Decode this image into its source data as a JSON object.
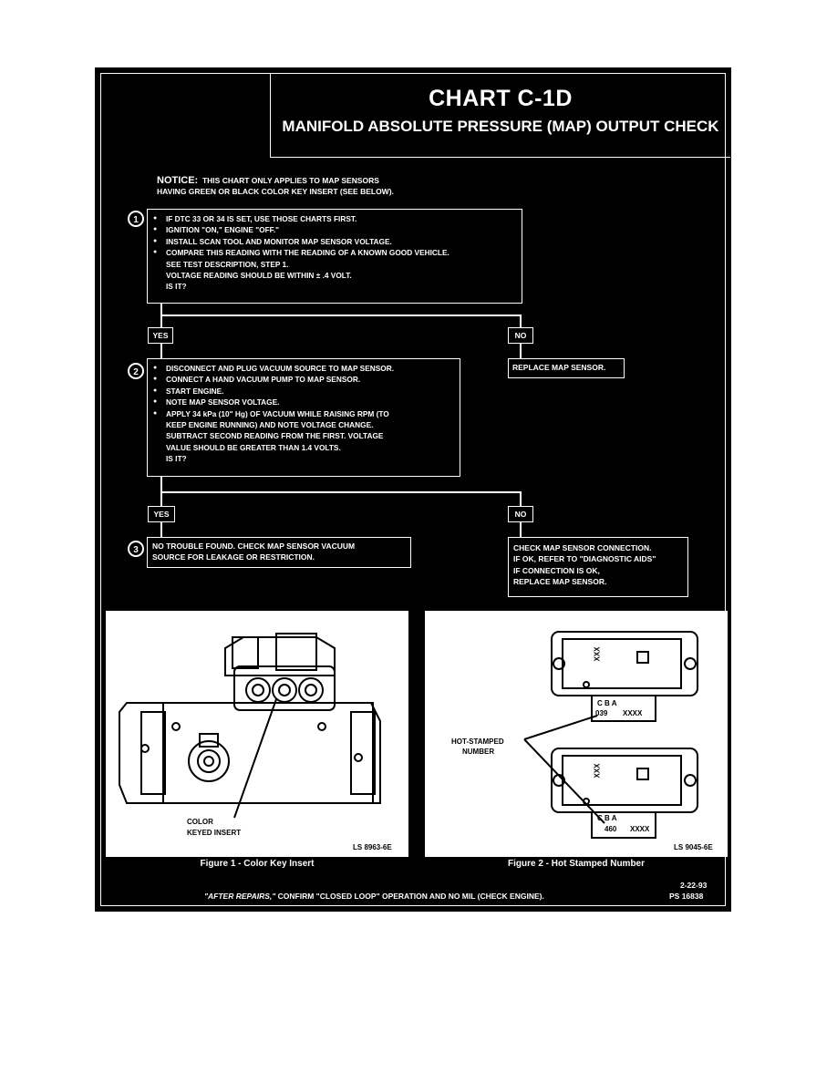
{
  "chart": {
    "title": "CHART C-1D",
    "subtitle": "MANIFOLD ABSOLUTE PRESSURE (MAP) OUTPUT CHECK"
  },
  "notice": {
    "label": "NOTICE:",
    "line1": "THIS CHART ONLY APPLIES TO MAP SENSORS",
    "line2": "HAVING GREEN OR BLACK COLOR KEY INSERT (SEE BELOW)."
  },
  "step1": {
    "number": "1",
    "items": [
      "IF DTC 33 OR 34 IS SET, USE THOSE CHARTS FIRST.",
      "IGNITION \"ON,\" ENGINE \"OFF.\"",
      "INSTALL SCAN TOOL AND MONITOR MAP SENSOR VOLTAGE.",
      "COMPARE THIS READING WITH THE READING OF A KNOWN GOOD VEHICLE."
    ],
    "cont": [
      "SEE TEST DESCRIPTION, STEP 1.",
      "VOLTAGE READING SHOULD BE WITHIN ± .4 VOLT.",
      "IS IT?"
    ]
  },
  "yes1": "YES",
  "no1": "NO",
  "no1_result": "REPLACE MAP SENSOR.",
  "step2": {
    "number": "2",
    "items": [
      "DISCONNECT AND PLUG VACUUM SOURCE TO MAP SENSOR.",
      "CONNECT A HAND VACUUM PUMP TO MAP SENSOR.",
      "START ENGINE.",
      "NOTE MAP SENSOR VOLTAGE.",
      "APPLY 34 kPa (10\" Hg) OF VACUUM WHILE RAISING RPM (TO"
    ],
    "cont": [
      "KEEP ENGINE RUNNING) AND NOTE VOLTAGE CHANGE.",
      "SUBTRACT SECOND READING FROM THE FIRST.  VOLTAGE",
      "VALUE SHOULD BE GREATER THAN 1.4 VOLTS.",
      "IS IT?"
    ]
  },
  "yes2": "YES",
  "no2": "NO",
  "step3": {
    "number": "3",
    "line1": "NO TROUBLE FOUND.  CHECK MAP SENSOR VACUUM",
    "line2": "SOURCE FOR LEAKAGE OR RESTRICTION."
  },
  "no2_result": {
    "line1": "CHECK MAP SENSOR CONNECTION.",
    "line2": "IF OK, REFER TO \"DIAGNOSTIC AIDS\"",
    "line3": "IF CONNECTION IS OK,",
    "line4": "REPLACE MAP SENSOR."
  },
  "figure1": {
    "callout1": "COLOR",
    "callout2": "KEYED INSERT",
    "code": "LS 8963-6E",
    "caption": "Figure 1 - Color Key Insert"
  },
  "figure2": {
    "callout1": "HOT-STAMPED",
    "callout2": "NUMBER",
    "code": "LS 9045-6E",
    "caption": "Figure 2 - Hot Stamped Number",
    "top_pins": "C  B  A",
    "top_num": "039",
    "top_x": "XXXX",
    "bot_pins": "C  B     A",
    "bot_num": "460",
    "bot_x": "XXXX",
    "xxx": "XXX"
  },
  "footer": {
    "after": "\"AFTER REPAIRS,\"",
    "rest": "CONFIRM \"CLOSED LOOP\" OPERATION AND NO MIL (CHECK ENGINE).",
    "date": "2-22-93",
    "ps": "PS 16838"
  }
}
